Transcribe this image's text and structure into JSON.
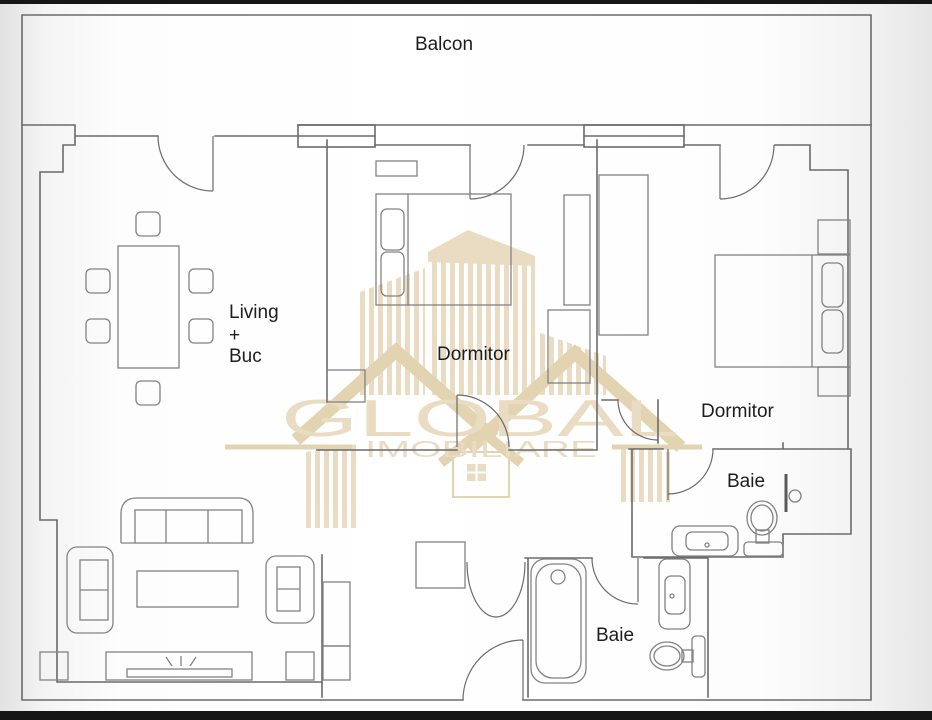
{
  "plan": {
    "type": "apartment-floor-plan",
    "rooms": {
      "balcon": {
        "label": "Balcon"
      },
      "living": {
        "label_lines": {
          "l1": "Living",
          "l2": "+",
          "l3": "Buc"
        }
      },
      "dormitor_middle": {
        "label": "Dormitor"
      },
      "dormitor_right": {
        "label": "Dormitor"
      },
      "baie_right": {
        "label": "Baie"
      },
      "baie_bottom": {
        "label": "Baie"
      }
    }
  },
  "watermark": {
    "brand": "GLOBAL",
    "tagline": "IMOBILIARE"
  },
  "colors": {
    "wall": "#6b6b6b",
    "furniture": "#828282",
    "text": "#1d1d1d",
    "watermark_light": "#e8dabf",
    "watermark_mid": "#e0d0ac",
    "frame_bar": "#161616",
    "background": "#f6f6f6"
  }
}
